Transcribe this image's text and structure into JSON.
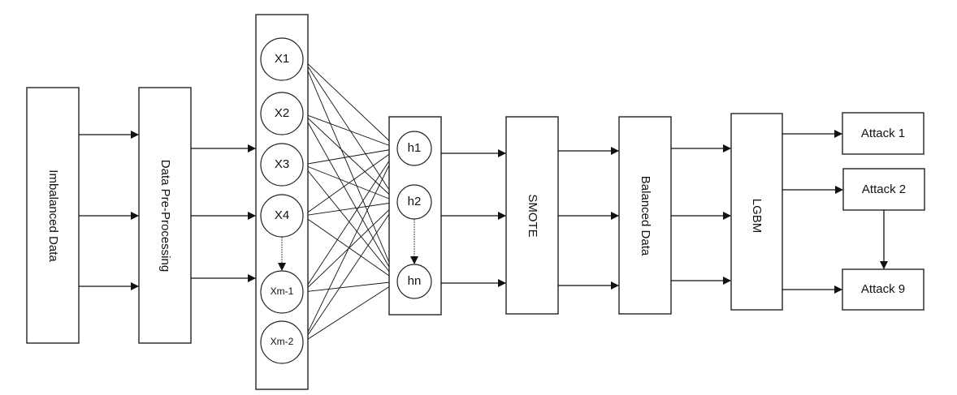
{
  "diagram": {
    "pipeline": [
      {
        "id": "imbalanced",
        "label": "Imbalanced Data",
        "orientation": "vertical"
      },
      {
        "id": "preprocessing",
        "label": "Data Pre-Processing",
        "orientation": "vertical"
      },
      {
        "id": "input_layer",
        "label": "",
        "orientation": "vertical"
      },
      {
        "id": "hidden_layer",
        "label": "",
        "orientation": "vertical"
      },
      {
        "id": "smote",
        "label": "SMOTE",
        "orientation": "vertical"
      },
      {
        "id": "balanced",
        "label": "Balanced Data",
        "orientation": "vertical"
      },
      {
        "id": "lgbm",
        "label": "LGBM",
        "orientation": "vertical"
      }
    ],
    "input_nodes": [
      "X1",
      "X2",
      "X3",
      "X4",
      "Xm-1",
      "Xm-2"
    ],
    "hidden_nodes": [
      "h1",
      "h2",
      "hn"
    ],
    "outputs": [
      "Attack 1",
      "Attack 2",
      "Attack 9"
    ],
    "connections": "fully-connected input to hidden"
  }
}
